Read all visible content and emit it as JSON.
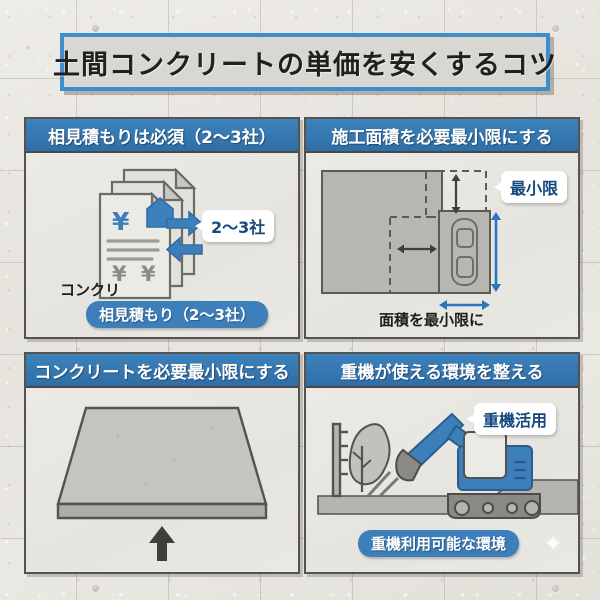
{
  "title": {
    "text": "土間コンクリートの単価を安くするコツ"
  },
  "panels": [
    {
      "id": "q1",
      "header": "相見積もりは必須（2〜3社）",
      "callout": "2〜3社",
      "note": "コンクリ",
      "pill": "相見積もり（2〜3社）",
      "icons": [
        "document-stack-icon",
        "yen-icon",
        "house-icon",
        "exchange-arrows-icon"
      ]
    },
    {
      "id": "q2",
      "header": "施工面積を必要最小限にする",
      "callout": "最小限",
      "caption": "面積を最小限に",
      "icons": [
        "site-plan-icon",
        "car-top-view-icon",
        "dimension-arrow-icon"
      ]
    },
    {
      "id": "q3",
      "header": "コンクリートを必要最小限にする",
      "icons": [
        "concrete-slab-icon",
        "up-arrow-icon"
      ]
    },
    {
      "id": "q4",
      "header": "重機が使える環境を整える",
      "callout": "重機活用",
      "pill": "重機利用可能な環境",
      "icons": [
        "excavator-icon",
        "tree-icon",
        "fence-icon",
        "ground-slope-icon"
      ]
    }
  ],
  "colors": {
    "accent_blue": "#3d7fba",
    "title_border": "#3e8ecc",
    "header_blue": "#2f6ea6",
    "callout_text": "#15487e",
    "panel_border": "#55534e",
    "background": "#e9e7e2"
  }
}
